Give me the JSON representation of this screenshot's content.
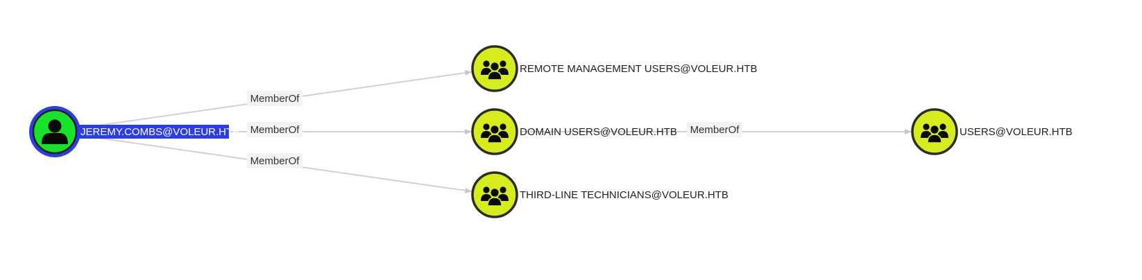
{
  "graph": {
    "nodes": [
      {
        "id": "jeremy",
        "label": "JEREMY.COMBS@VOLEUR.HTB",
        "kind": "user",
        "icon": "user-icon",
        "fill_color": "#17e32a",
        "ring_color": "#2b3de6",
        "selected": true
      },
      {
        "id": "remote_mgmt",
        "label": "REMOTE MANAGEMENT USERS@VOLEUR.HTB",
        "kind": "group",
        "icon": "group-icon",
        "fill_color": "#d7ec1c",
        "ring_color": "#2c2c2c",
        "selected": false
      },
      {
        "id": "domain_users",
        "label": "DOMAIN USERS@VOLEUR.HTB",
        "kind": "group",
        "icon": "group-icon",
        "fill_color": "#d7ec1c",
        "ring_color": "#2c2c2c",
        "selected": false
      },
      {
        "id": "third_line",
        "label": "THIRD-LINE TECHNICIANS@VOLEUR.HTB",
        "kind": "group",
        "icon": "group-icon",
        "fill_color": "#d7ec1c",
        "ring_color": "#2c2c2c",
        "selected": false
      },
      {
        "id": "users",
        "label": "USERS@VOLEUR.HTB",
        "kind": "group",
        "icon": "group-icon",
        "fill_color": "#d7ec1c",
        "ring_color": "#2c2c2c",
        "selected": false
      }
    ],
    "edges": [
      {
        "from": "jeremy",
        "to": "remote_mgmt",
        "label": "MemberOf"
      },
      {
        "from": "jeremy",
        "to": "domain_users",
        "label": "MemberOf"
      },
      {
        "from": "jeremy",
        "to": "third_line",
        "label": "MemberOf"
      },
      {
        "from": "domain_users",
        "to": "users",
        "label": "MemberOf"
      }
    ],
    "colors": {
      "edge": "#d2d2d2",
      "edge_label_bg": "#f3f3f3",
      "selected_label_bg": "#2b3de6"
    }
  }
}
